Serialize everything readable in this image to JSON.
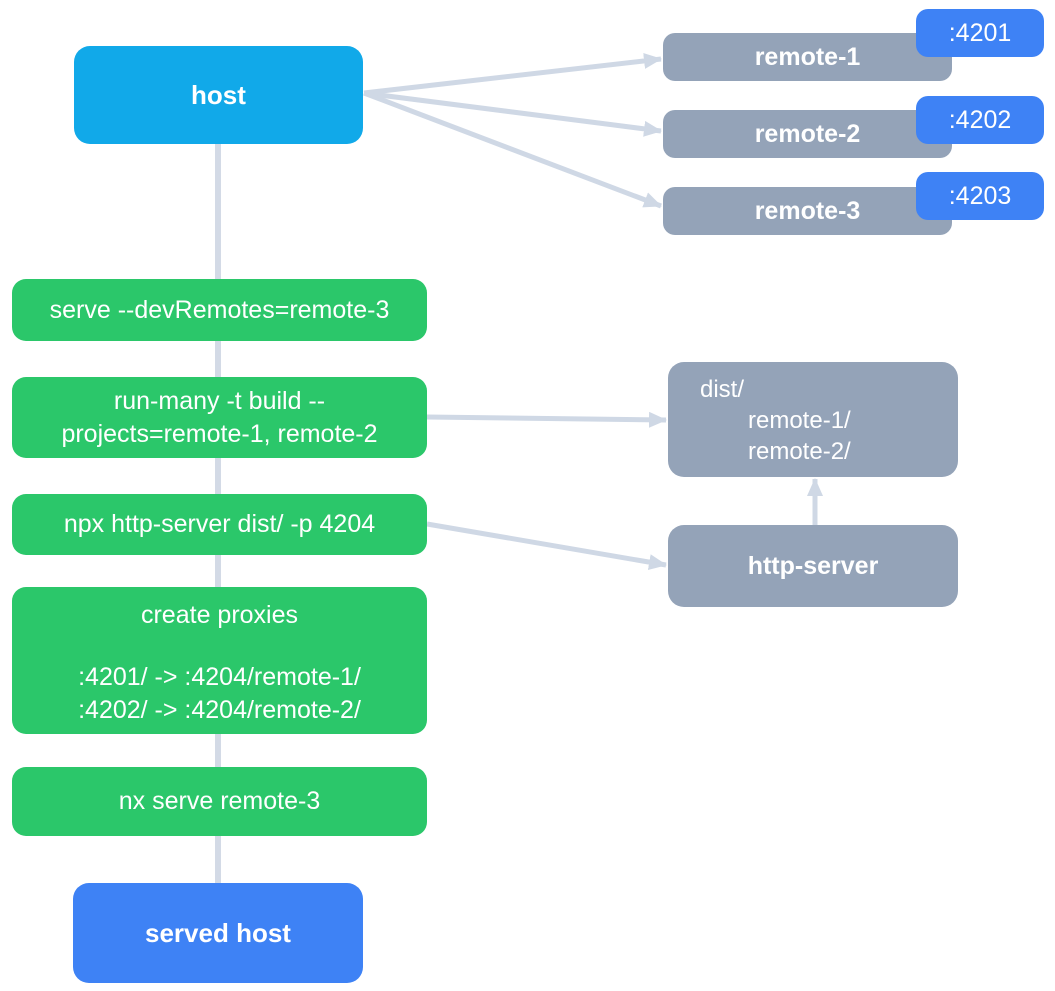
{
  "colors": {
    "background": "#ffffff",
    "host_box": "#11A9E9",
    "command_box": "#2BC76A",
    "remote_box": "#94A3B8",
    "port_badge": "#3E82F5",
    "served_host_box": "#3E82F5",
    "connector": "#CFD8E5",
    "text": "#ffffff"
  },
  "host": {
    "label": "host"
  },
  "remotes": [
    {
      "label": "remote-1",
      "port": ":4201"
    },
    {
      "label": "remote-2",
      "port": ":4202"
    },
    {
      "label": "remote-3",
      "port": ":4203"
    }
  ],
  "commands": {
    "serve": "serve --devRemotes=remote-3",
    "run_many": [
      "run-many -t build --",
      "projects=remote-1, remote-2"
    ],
    "http_server": "npx http-server dist/ -p 4204",
    "create_proxies": {
      "title": "create proxies",
      "rules": [
        ":4201/ -> :4204/remote-1/",
        ":4202/ -> :4204/remote-2/"
      ]
    },
    "nx_serve": "nx serve remote-3"
  },
  "dist": {
    "root": "dist/",
    "children": [
      "remote-1/",
      "remote-2/"
    ]
  },
  "http_server": {
    "label": "http-server"
  },
  "served_host": {
    "label": "served host"
  }
}
